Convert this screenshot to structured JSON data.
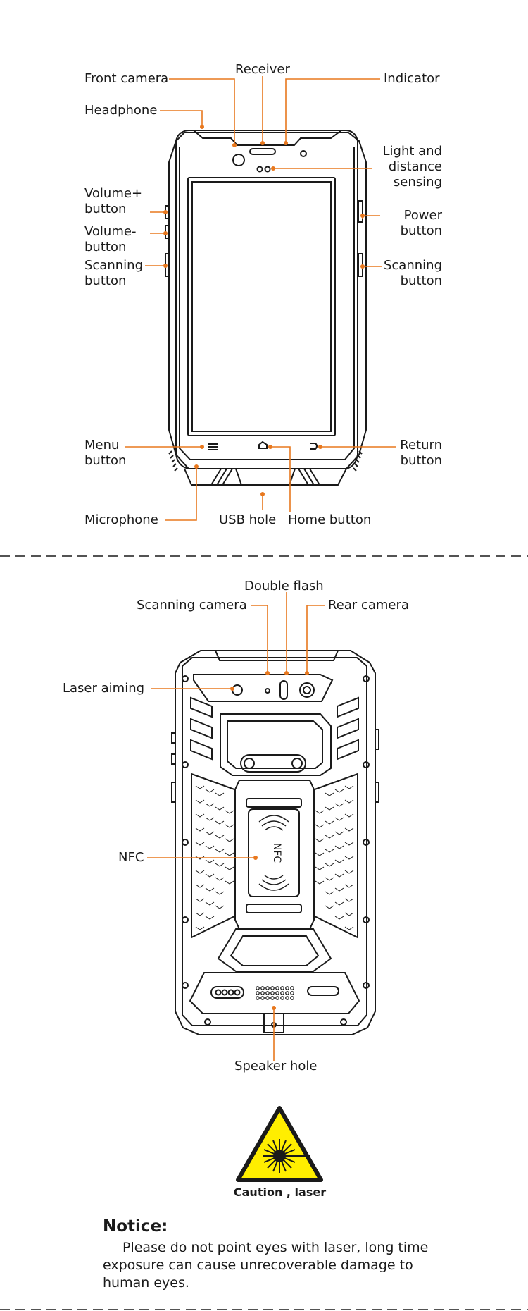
{
  "front_labels": {
    "front_camera": "Front camera",
    "receiver": "Receiver",
    "indicator": "Indicator",
    "headphone": "Headphone",
    "light_sensing": "Light and\ndistance\nsensing",
    "volume_up": "Volume+\nbutton",
    "volume_down": "Volume-\nbutton",
    "scanning_left": "Scanning\nbutton",
    "power": "Power\nbutton",
    "scanning_right": "Scanning\nbutton",
    "menu": "Menu\nbutton",
    "return": "Return\nbutton",
    "microphone": "Microphone",
    "usb": "USB hole",
    "home": "Home button"
  },
  "back_labels": {
    "double_flash": "Double flash",
    "scanning_camera": "Scanning camera",
    "rear_camera": "Rear camera",
    "laser_aiming": "Laser aiming",
    "nfc": "NFC",
    "nfc_chip_text": "NFC",
    "speaker": "Speaker hole"
  },
  "caution": "Caution , laser",
  "notice": {
    "title": "Notice:",
    "body": "Please do not point eyes with laser, long time exposure can cause unrecoverable damage to human eyes."
  },
  "colors": {
    "leader": "#e8781e",
    "outline": "#1a1a1a",
    "warning_yellow": "#ffee00"
  }
}
